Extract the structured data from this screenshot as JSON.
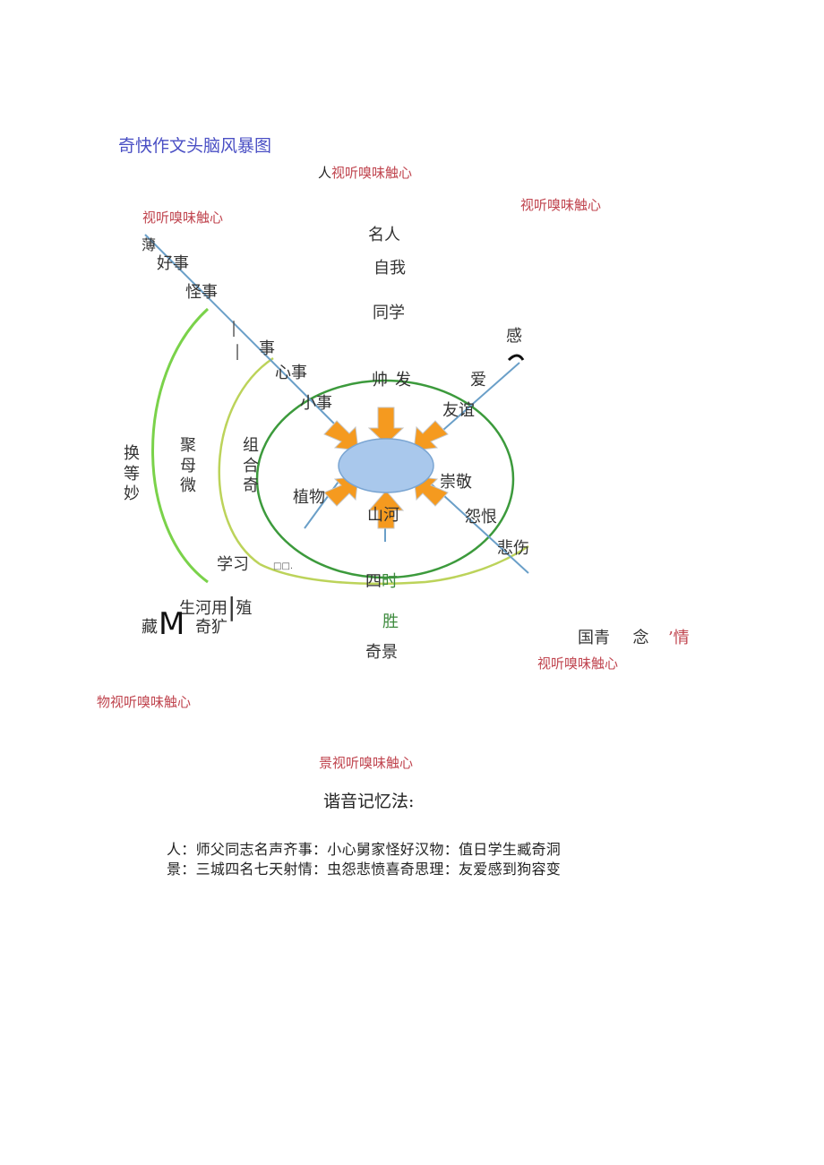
{
  "title": "奇快作文头脑风暴图",
  "senses": {
    "top_person": {
      "prefix": "人",
      "text": "视听嗅味触心"
    },
    "top_left": "视听嗅味触心",
    "top_right": "视听嗅味触心",
    "right_bottom": "视听嗅味触心",
    "bottom_left": {
      "prefix": "物",
      "text": "视听嗅味触心"
    },
    "bottom_center": {
      "prefix": "景",
      "text": "视听嗅味触心"
    }
  },
  "person_branch": [
    "名人",
    "自我",
    "同学"
  ],
  "event_branch": [
    "薄",
    "好事",
    "怪事",
    "事",
    "心事",
    "小事"
  ],
  "emotion_branch": [
    "感",
    "爱",
    "友谊",
    "崇敬",
    "怨恨",
    "悲伤"
  ],
  "center_nodes": {
    "teacher": "帅",
    "hair": "发",
    "mountain_river": "山河",
    "four_seasons_a": "四",
    "four_seasons_b": "时",
    "scenic_a": "胜",
    "scenic_b": "奇景",
    "plant": "植物",
    "study": "学习"
  },
  "left_columns": {
    "col1": "换等妙",
    "col2": "聚母微",
    "col3": "组合奇"
  },
  "bottom_left_text": {
    "line1": "生河用",
    "line1_end": "殖",
    "line2_a": "藏",
    "big_m": "M",
    "line2_b": "奇犷"
  },
  "right_emotion_footer": {
    "a": "国青",
    "b": "念",
    "c": "’情"
  },
  "mnemonic": {
    "heading": "谐音记忆法:",
    "line1": "人：师父同志名声齐事：小心舅家怪好汉物：值日学生臧奇洞",
    "line2": "景：三城四名七天射情：虫怨悲愤喜奇思理：友爱感到狗容变"
  },
  "colors": {
    "title": "#4a4fc4",
    "sense": "#c0454f",
    "ring_outer": "#7ad24a",
    "ring_mid": "#bcd35a",
    "ring_inner": "#3c9a3c",
    "arrow": "#f59a1f",
    "hub": "#a9c8ec",
    "spoke": "#6a9fc8"
  }
}
